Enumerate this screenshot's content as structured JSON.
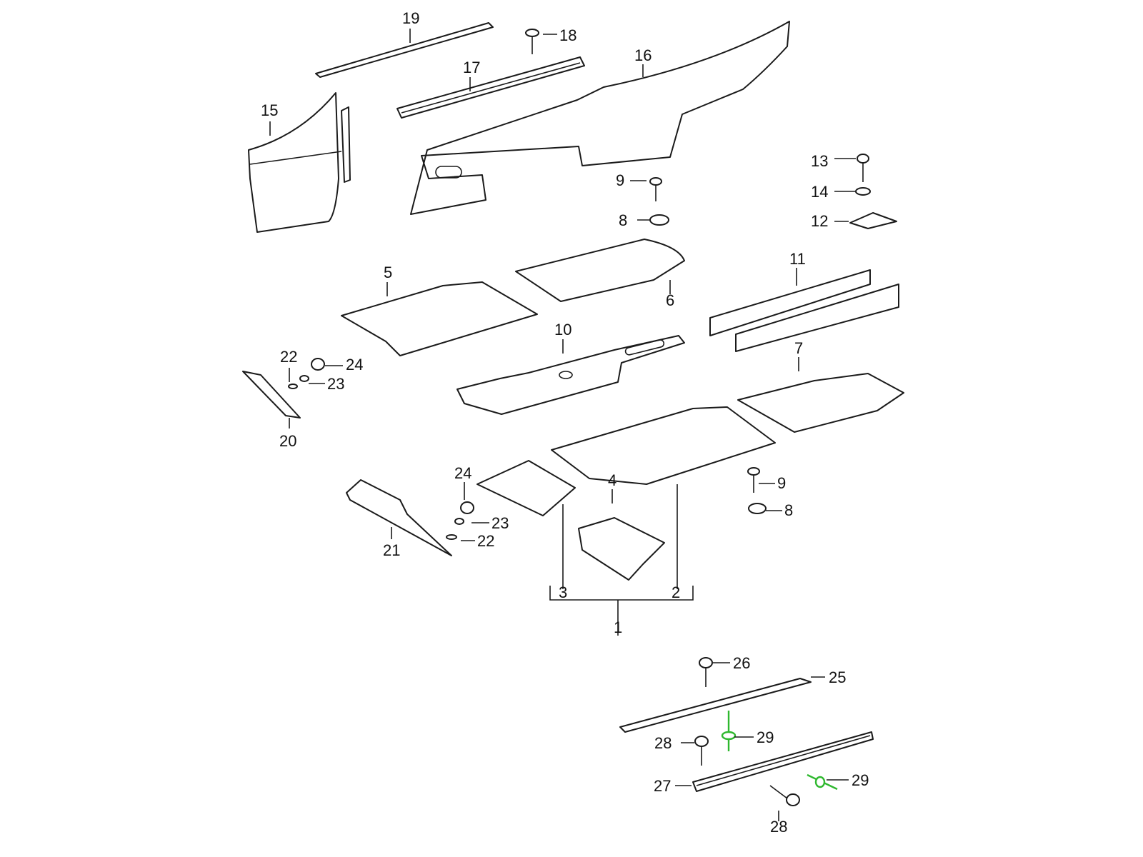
{
  "diagram": {
    "highlight_color": "#2fb82f",
    "labels": {
      "p1": "1",
      "p2": "2",
      "p3": "3",
      "p4": "4",
      "p5": "5",
      "p6": "6",
      "p7": "7",
      "p8a": "8",
      "p8b": "8",
      "p9a": "9",
      "p9b": "9",
      "p10": "10",
      "p11": "11",
      "p12": "12",
      "p13": "13",
      "p14": "14",
      "p15": "15",
      "p16": "16",
      "p17": "17",
      "p18": "18",
      "p19": "19",
      "p20": "20",
      "p21": "21",
      "p22a": "22",
      "p22b": "22",
      "p23a": "23",
      "p23b": "23",
      "p24a": "24",
      "p24b": "24",
      "p25": "25",
      "p26": "26",
      "p27": "27",
      "p28a": "28",
      "p28b": "28",
      "p29a": "29",
      "p29b": "29"
    }
  }
}
